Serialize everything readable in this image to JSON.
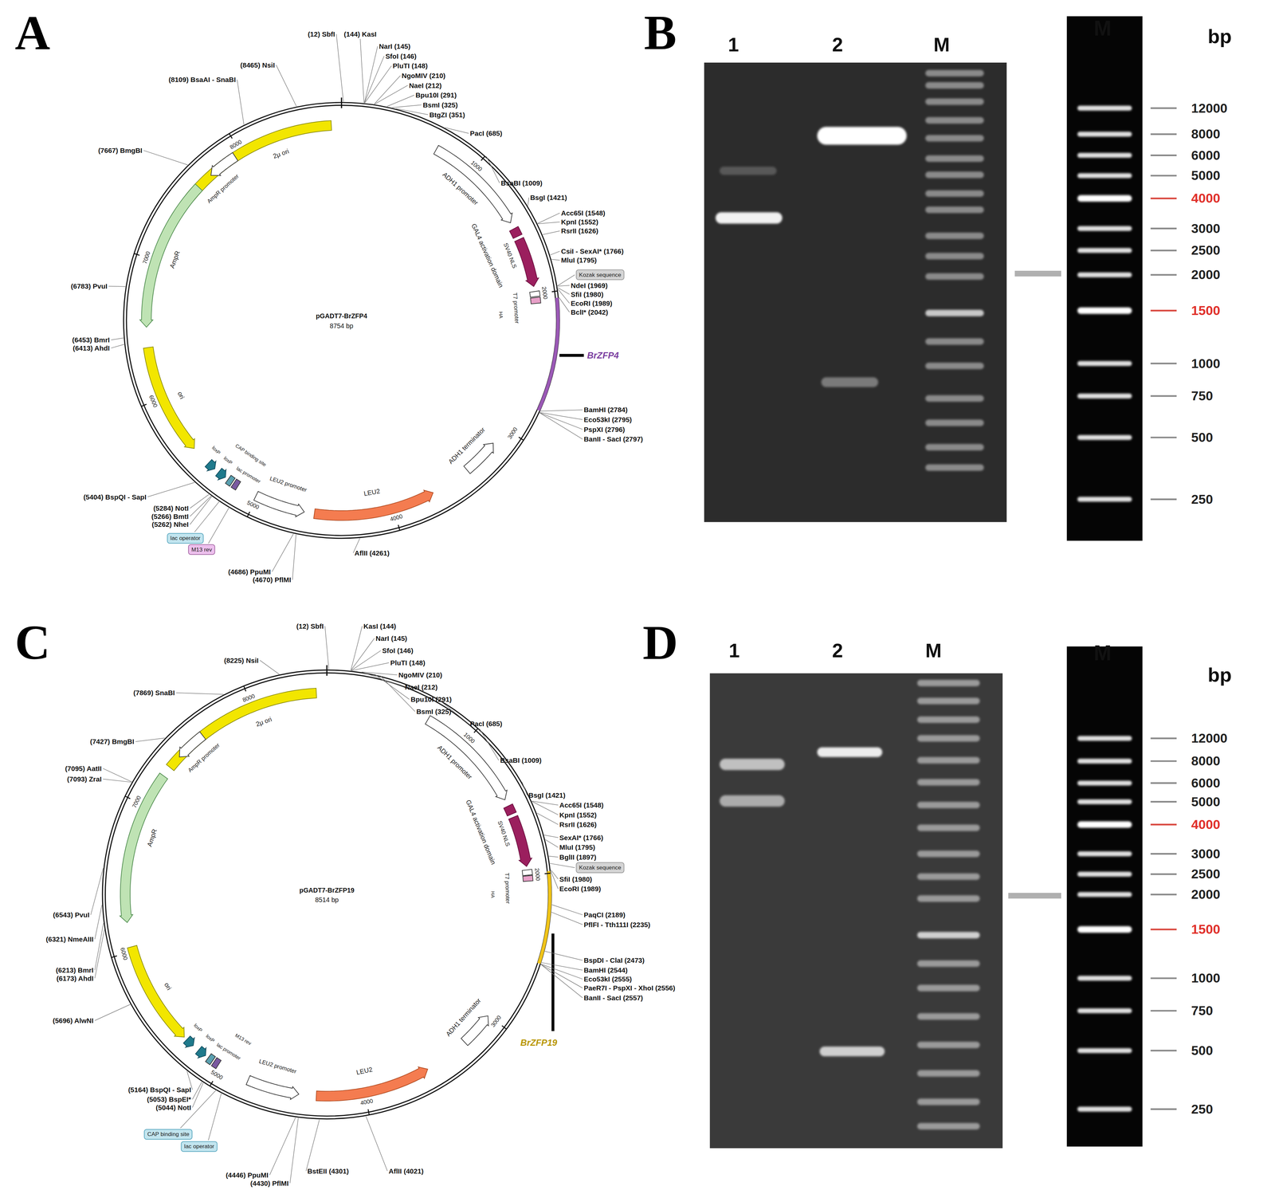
{
  "diagram": {
    "nodes": [
      {
        "text": [
          "Kozak sequence"
        ]
      },
      {
        "text": [
          "lac operator"
        ]
      },
      {
        "text": [
          "M13 rev"
        ]
      },
      {
        "text": [
          "Kozak sequence"
        ]
      },
      {
        "text": [
          "CAP binding site"
        ]
      },
      {
        "text": [
          "lac operator"
        ]
      }
    ],
    "labels": [
      "A",
      "B",
      "C",
      "D",
      "(12) SbfI",
      "(144) KasI",
      "NarI (145)",
      "SfoI (146)",
      "PluTI (148)",
      "NgoMIV (210)",
      "NaeI (212)",
      "Bpu10I (291)",
      "BsmI (325)",
      "BtgZI (351)",
      "PacI (685)",
      "BsaBI (1009)",
      "BsgI (1421)",
      "Acc65I (1548)",
      "KpnI (1552)",
      "RsrII (1626)",
      "CsiI - SexAI* (1766)",
      "MluI (1795)",
      "NdeI (1969)",
      "SfiI (1980)",
      "EcoRI (1989)",
      "BclI* (2042)",
      "BamHI (2784)",
      "Eco53kI (2795)",
      "PspXI (2796)",
      "BanII - SacI (2797)",
      "AflII (4261)",
      "(4686) PpuMI",
      "(4670) PflMI",
      "(5262) NheI",
      "(5266) BmtI",
      "(5284) NotI",
      "(5404) BspQI - SapI",
      "(6413) AhdI",
      "(6453) BmrI",
      "(6783) PvuI",
      "(7667) BmgBI",
      "(8109) BsaAI - SnaBI",
      "(8465) NsiI",
      "2μ ori",
      "ADH1 promoter",
      "GAL4 activation domain",
      "SV40 NLS",
      "T7 promoter",
      "HA",
      "AmpR promoter",
      "AmpR",
      "ori",
      "loxP",
      "CAP binding site",
      "loxP",
      "lac promoter",
      "LEU2 promoter",
      "LEU2",
      "ADH1 terminator",
      "pGADT7-BrZFP4",
      "8754 bp",
      "1000",
      "2000",
      "3000",
      "4000",
      "5000",
      "6000",
      "7000",
      "8000",
      "BrZFP4",
      "(12) SbfI",
      "KasI (144)",
      "NarI (145)",
      "SfoI (146)",
      "PluTI (148)",
      "NgoMIV (210)",
      "NaeI (212)",
      "Bpu10I (291)",
      "BsmI (325)",
      "PacI (685)",
      "BsaBI (1009)",
      "BsgI (1421)",
      "Acc65I (1548)",
      "KpnI (1552)",
      "RsrII (1626)",
      "SexAI* (1766)",
      "MluI (1795)",
      "BglII (1897)",
      "SfiI (1980)",
      "EcoRI (1989)",
      "PaqCI (2189)",
      "PflFI - Tth111I (2235)",
      "BspDI - ClaI (2473)",
      "BamHI (2544)",
      "Eco53kI (2555)",
      "PaeR7I - PspXI - XhoI (2556)",
      "BanII - SacI (2557)",
      "AflII (4021)",
      "BstEII (4301)",
      "(4430) PflMI",
      "(4446) PpuMI",
      "(5044) NotI",
      "(5053) BspEI*",
      "(5164) BspQI - SapI",
      "(5696) AlwNI",
      "(6173) AhdI",
      "(6213) BmrI",
      "(6321) NmeAIII",
      "(6543) PvuI",
      "(7093) ZraI",
      "(7095) AatII",
      "(7427) BmgBI",
      "(7869) SnaBI",
      "(8225) NsiI",
      "2μ ori",
      "ADH1 promoter",
      "GAL4 activation domain",
      "SV40 NLS",
      "T7 promoter",
      "HA",
      "AmpR promoter",
      "AmpR",
      "ori",
      "lac promoter",
      "loxP",
      "loxP",
      "M13 rev",
      "LEU2 promoter",
      "LEU2",
      "ADH1 terminator",
      "pGADT7-BrZFP19",
      "8514 bp",
      "1000",
      "2000",
      "3000",
      "4000",
      "5000",
      "6000",
      "7000",
      "8000",
      "BrZFP19",
      "1",
      "2",
      "M",
      "M",
      "bp",
      "12000",
      "8000",
      "6000",
      "5000",
      "4000",
      "3000",
      "2500",
      "2000",
      "1500",
      "1000",
      "750",
      "500",
      "250",
      "1",
      "2",
      "M",
      "M",
      "bp",
      "12000",
      "8000",
      "6000",
      "5000",
      "4000",
      "3000",
      "2500",
      "2000",
      "1500",
      "1000",
      "750",
      "500",
      "250"
    ]
  }
}
